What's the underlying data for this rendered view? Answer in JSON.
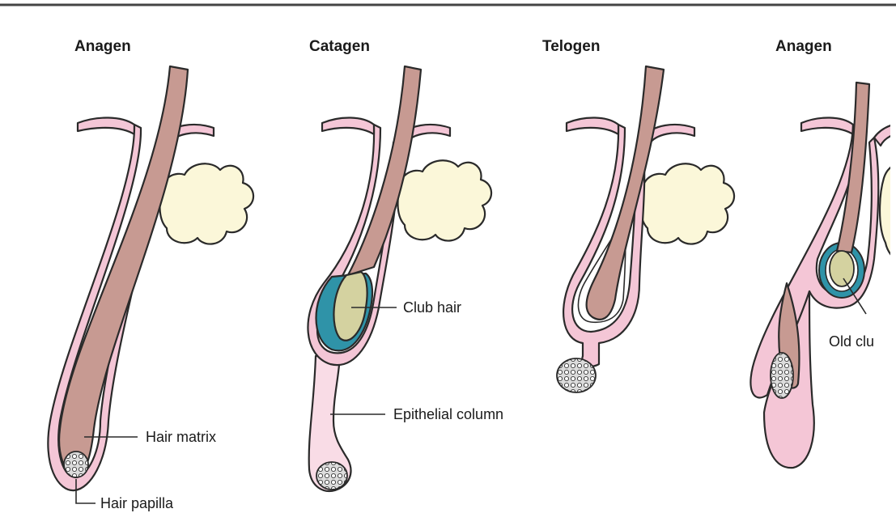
{
  "stages": [
    {
      "title": "Anagen"
    },
    {
      "title": "Catagen"
    },
    {
      "title": "Telogen"
    },
    {
      "title": "Anagen"
    }
  ],
  "labels": {
    "hair_matrix": "Hair matrix",
    "hair_papilla": "Hair papilla",
    "club_hair": "Club hair",
    "epithelial_column": "Epithelial column",
    "old_club": "Old clu"
  },
  "colors": {
    "sheath_pink": "#f4c6d6",
    "hair_shaft": "#c79a92",
    "gland_cream": "#fbf7d9",
    "club_green": "#d4d2a0",
    "teal_sheath": "#2f93a8",
    "column_pink": "#f9dce6",
    "papilla_gray": "#d9d9d9"
  }
}
